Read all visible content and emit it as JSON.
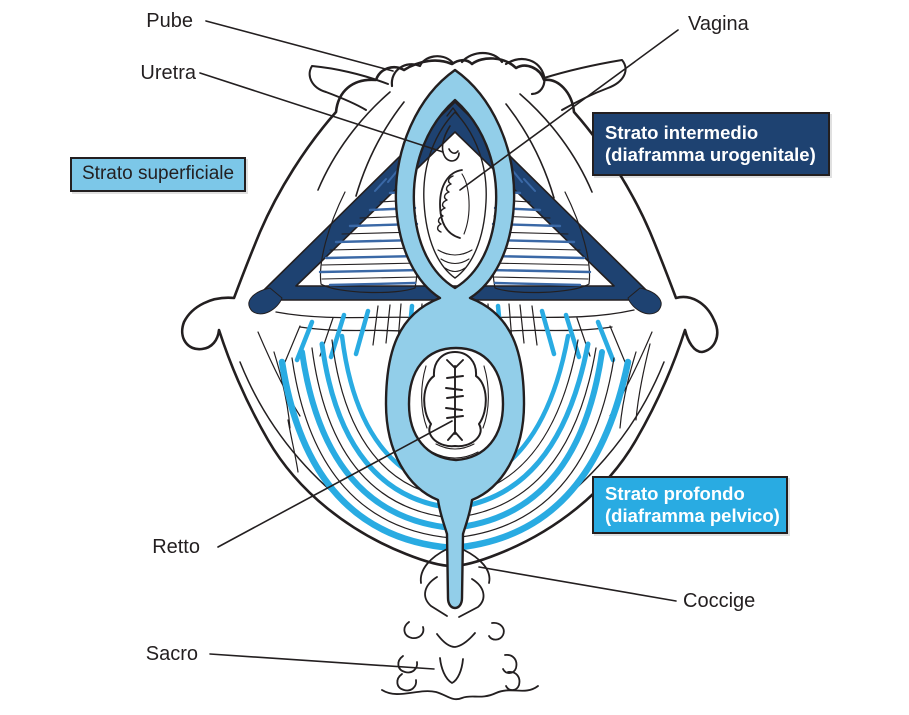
{
  "labels": {
    "pube": "Pube",
    "uretra": "Uretra",
    "vagina": "Vagina",
    "retto": "Retto",
    "coccige": "Coccige",
    "sacro": "Sacro"
  },
  "legend_boxes": {
    "superficiale": {
      "text": "Strato superficiale",
      "bg": "#7CC7E8",
      "text_color": "#231F20"
    },
    "intermedio": {
      "line1": "Strato intermedio",
      "line2": "(diaframma urogenitale)",
      "bg": "#1E4271",
      "text_color": "#FFFFFF"
    },
    "profondo": {
      "line1": "Strato profondo",
      "line2": "(diaframma pelvico)",
      "bg": "#29ABE2",
      "text_color": "#FFFFFF"
    }
  },
  "colors": {
    "background": "#FFFFFF",
    "outline_ink": "#231F20",
    "light_blue_band": "#92CEE9",
    "navy": "#1E4271",
    "bright_blue": "#29ABE2",
    "hatch_blue": "#3A68A6"
  }
}
